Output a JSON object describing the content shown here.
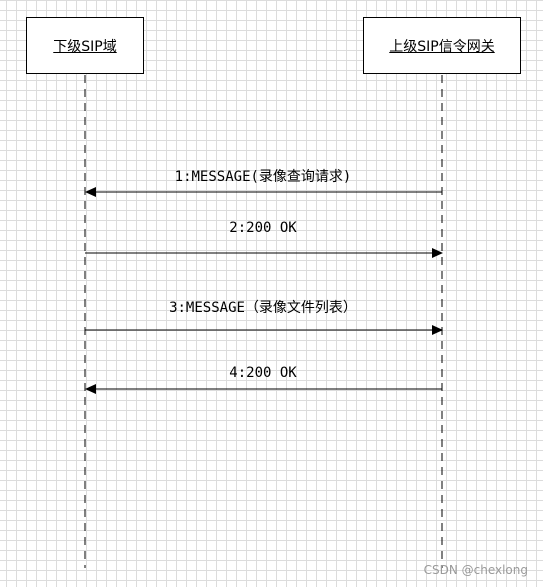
{
  "participants": {
    "left": "下级SIP域",
    "right": "上级SIP信令网关"
  },
  "messages": [
    {
      "label": "1:MESSAGE(录像查询请求)",
      "from": "right",
      "to": "left"
    },
    {
      "label": "2:200 OK",
      "from": "left",
      "to": "right"
    },
    {
      "label": "3:MESSAGE（录像文件列表）",
      "from": "left",
      "to": "right"
    },
    {
      "label": "4:200 OK",
      "from": "right",
      "to": "left"
    }
  ],
  "watermark": "CSDN @chexlong"
}
